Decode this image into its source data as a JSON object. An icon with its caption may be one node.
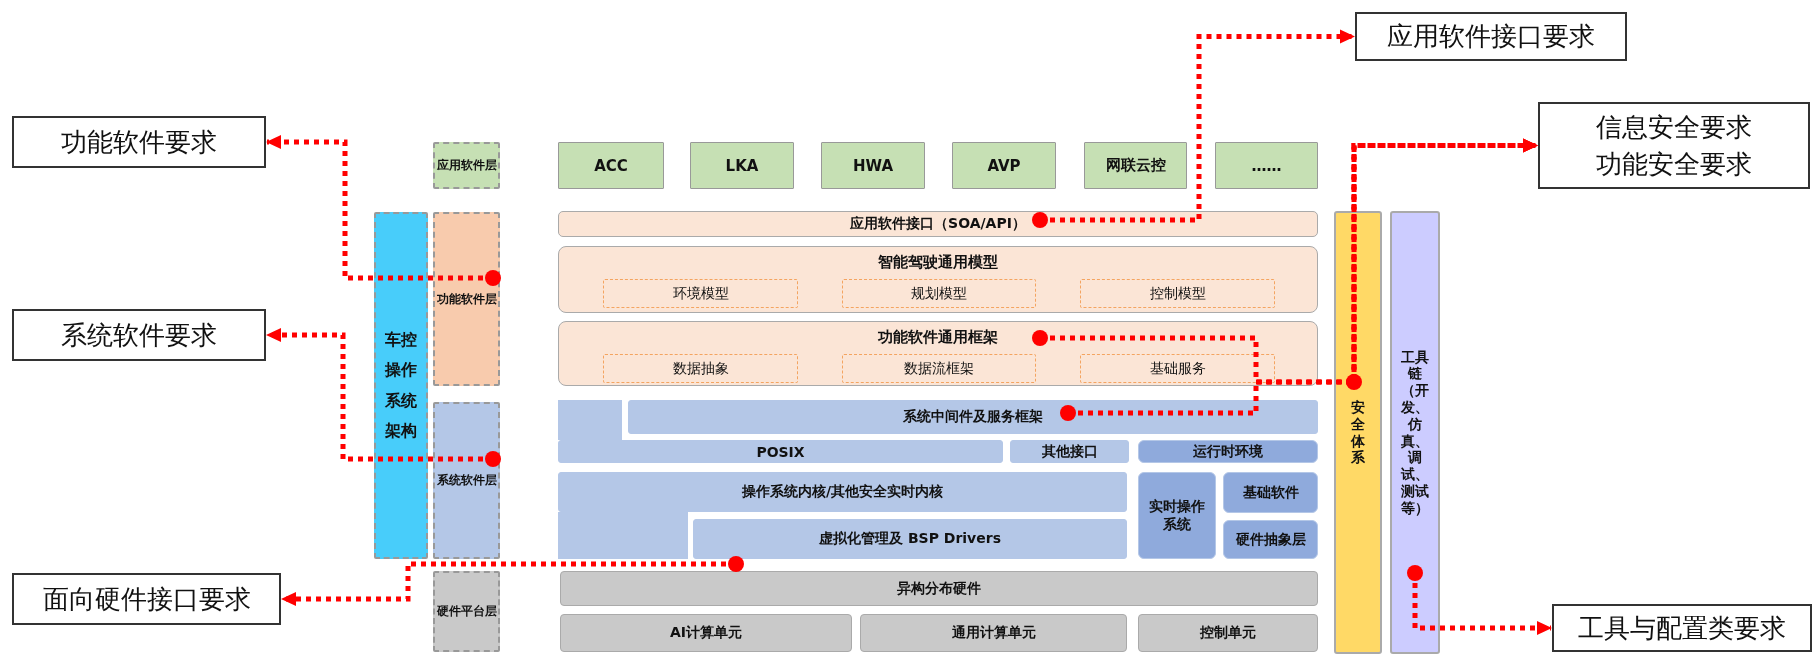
{
  "diagram": {
    "nodes": [
      {
        "text": [
          "功能软件要求"
        ]
      },
      {
        "text": [
          "系统软件要求"
        ]
      },
      {
        "text": [
          "面向硬件接口要求"
        ]
      },
      {
        "text": [
          "应用软件接口要求"
        ]
      },
      {
        "text": [
          "信息安全要求",
          "功能安全要求"
        ]
      },
      {
        "text": [
          "工具与配置类要求"
        ]
      },
      {
        "text": [
          "车控操作系统架构"
        ]
      },
      {
        "text": [
          "应用软件层"
        ]
      },
      {
        "text": [
          "ACC"
        ]
      },
      {
        "text": [
          "LKA"
        ]
      },
      {
        "text": [
          "HWA"
        ]
      },
      {
        "text": [
          "AVP"
        ]
      },
      {
        "text": [
          "网联云控"
        ]
      },
      {
        "text": [
          "……"
        ]
      },
      {
        "text": [
          "功能软件层"
        ]
      },
      {
        "text": [
          "应用软件接口（SOA/API）"
        ]
      },
      {
        "text": [
          "智能驾驶通用模型"
        ]
      },
      {
        "text": [
          "环境模型"
        ],
        "in": 16
      },
      {
        "text": [
          "规划模型"
        ],
        "in": 16
      },
      {
        "text": [
          "控制模型"
        ],
        "in": 16
      },
      {
        "text": [
          "功能软件通用框架"
        ]
      },
      {
        "text": [
          "数据抽象"
        ],
        "in": 20
      },
      {
        "text": [
          "数据流框架"
        ],
        "in": 20
      },
      {
        "text": [
          "基础服务"
        ],
        "in": 20
      },
      {
        "text": [
          "系统软件层"
        ]
      },
      {
        "text": [
          "系统中间件及服务框架"
        ]
      },
      {
        "text": [
          "POSIX"
        ]
      },
      {
        "text": [
          "其他接口"
        ]
      },
      {
        "text": [
          "运行时环境"
        ]
      },
      {
        "text": [
          "操作系统内核/其他安全实时内核"
        ]
      },
      {
        "text": [
          "虚拟化管理及 BSP Drivers"
        ]
      },
      {
        "text": [
          "实时操作系统"
        ]
      },
      {
        "text": [
          "基础软件"
        ]
      },
      {
        "text": [
          "硬件抽象层"
        ]
      },
      {
        "text": [
          "硬件平台层"
        ]
      },
      {
        "text": [
          "异构分布硬件"
        ]
      },
      {
        "text": [
          "AI计算单元"
        ]
      },
      {
        "text": [
          "通用计算单元"
        ]
      },
      {
        "text": [
          "控制单元"
        ]
      },
      {
        "text": [
          "安全体系"
        ]
      },
      {
        "text": [
          "工具链（开发、仿真、调试、测试等）"
        ]
      }
    ],
    "edges": [
      {
        "from": 14,
        "to": 0,
        "arrow": "to",
        "style": "dashed",
        "color": "#ff0000"
      },
      {
        "from": 24,
        "to": 1,
        "arrow": "to",
        "style": "dashed",
        "color": "#ff0000"
      },
      {
        "from": 30,
        "to": 2,
        "arrow": "to",
        "style": "dashed",
        "color": "#ff0000"
      },
      {
        "from": 15,
        "to": 3,
        "arrow": "to",
        "style": "dashed",
        "color": "#ff0000"
      },
      {
        "from": 39,
        "to": 4,
        "arrow": "to",
        "style": "dashed",
        "color": "#ff0000"
      },
      {
        "from": 20,
        "to": 4,
        "arrow": "to",
        "style": "dashed",
        "color": "#ff0000"
      },
      {
        "from": 25,
        "to": 4,
        "arrow": "to",
        "style": "dashed",
        "color": "#ff0000"
      },
      {
        "from": 40,
        "to": 5,
        "arrow": "to",
        "style": "dashed",
        "color": "#ff0000"
      }
    ]
  }
}
